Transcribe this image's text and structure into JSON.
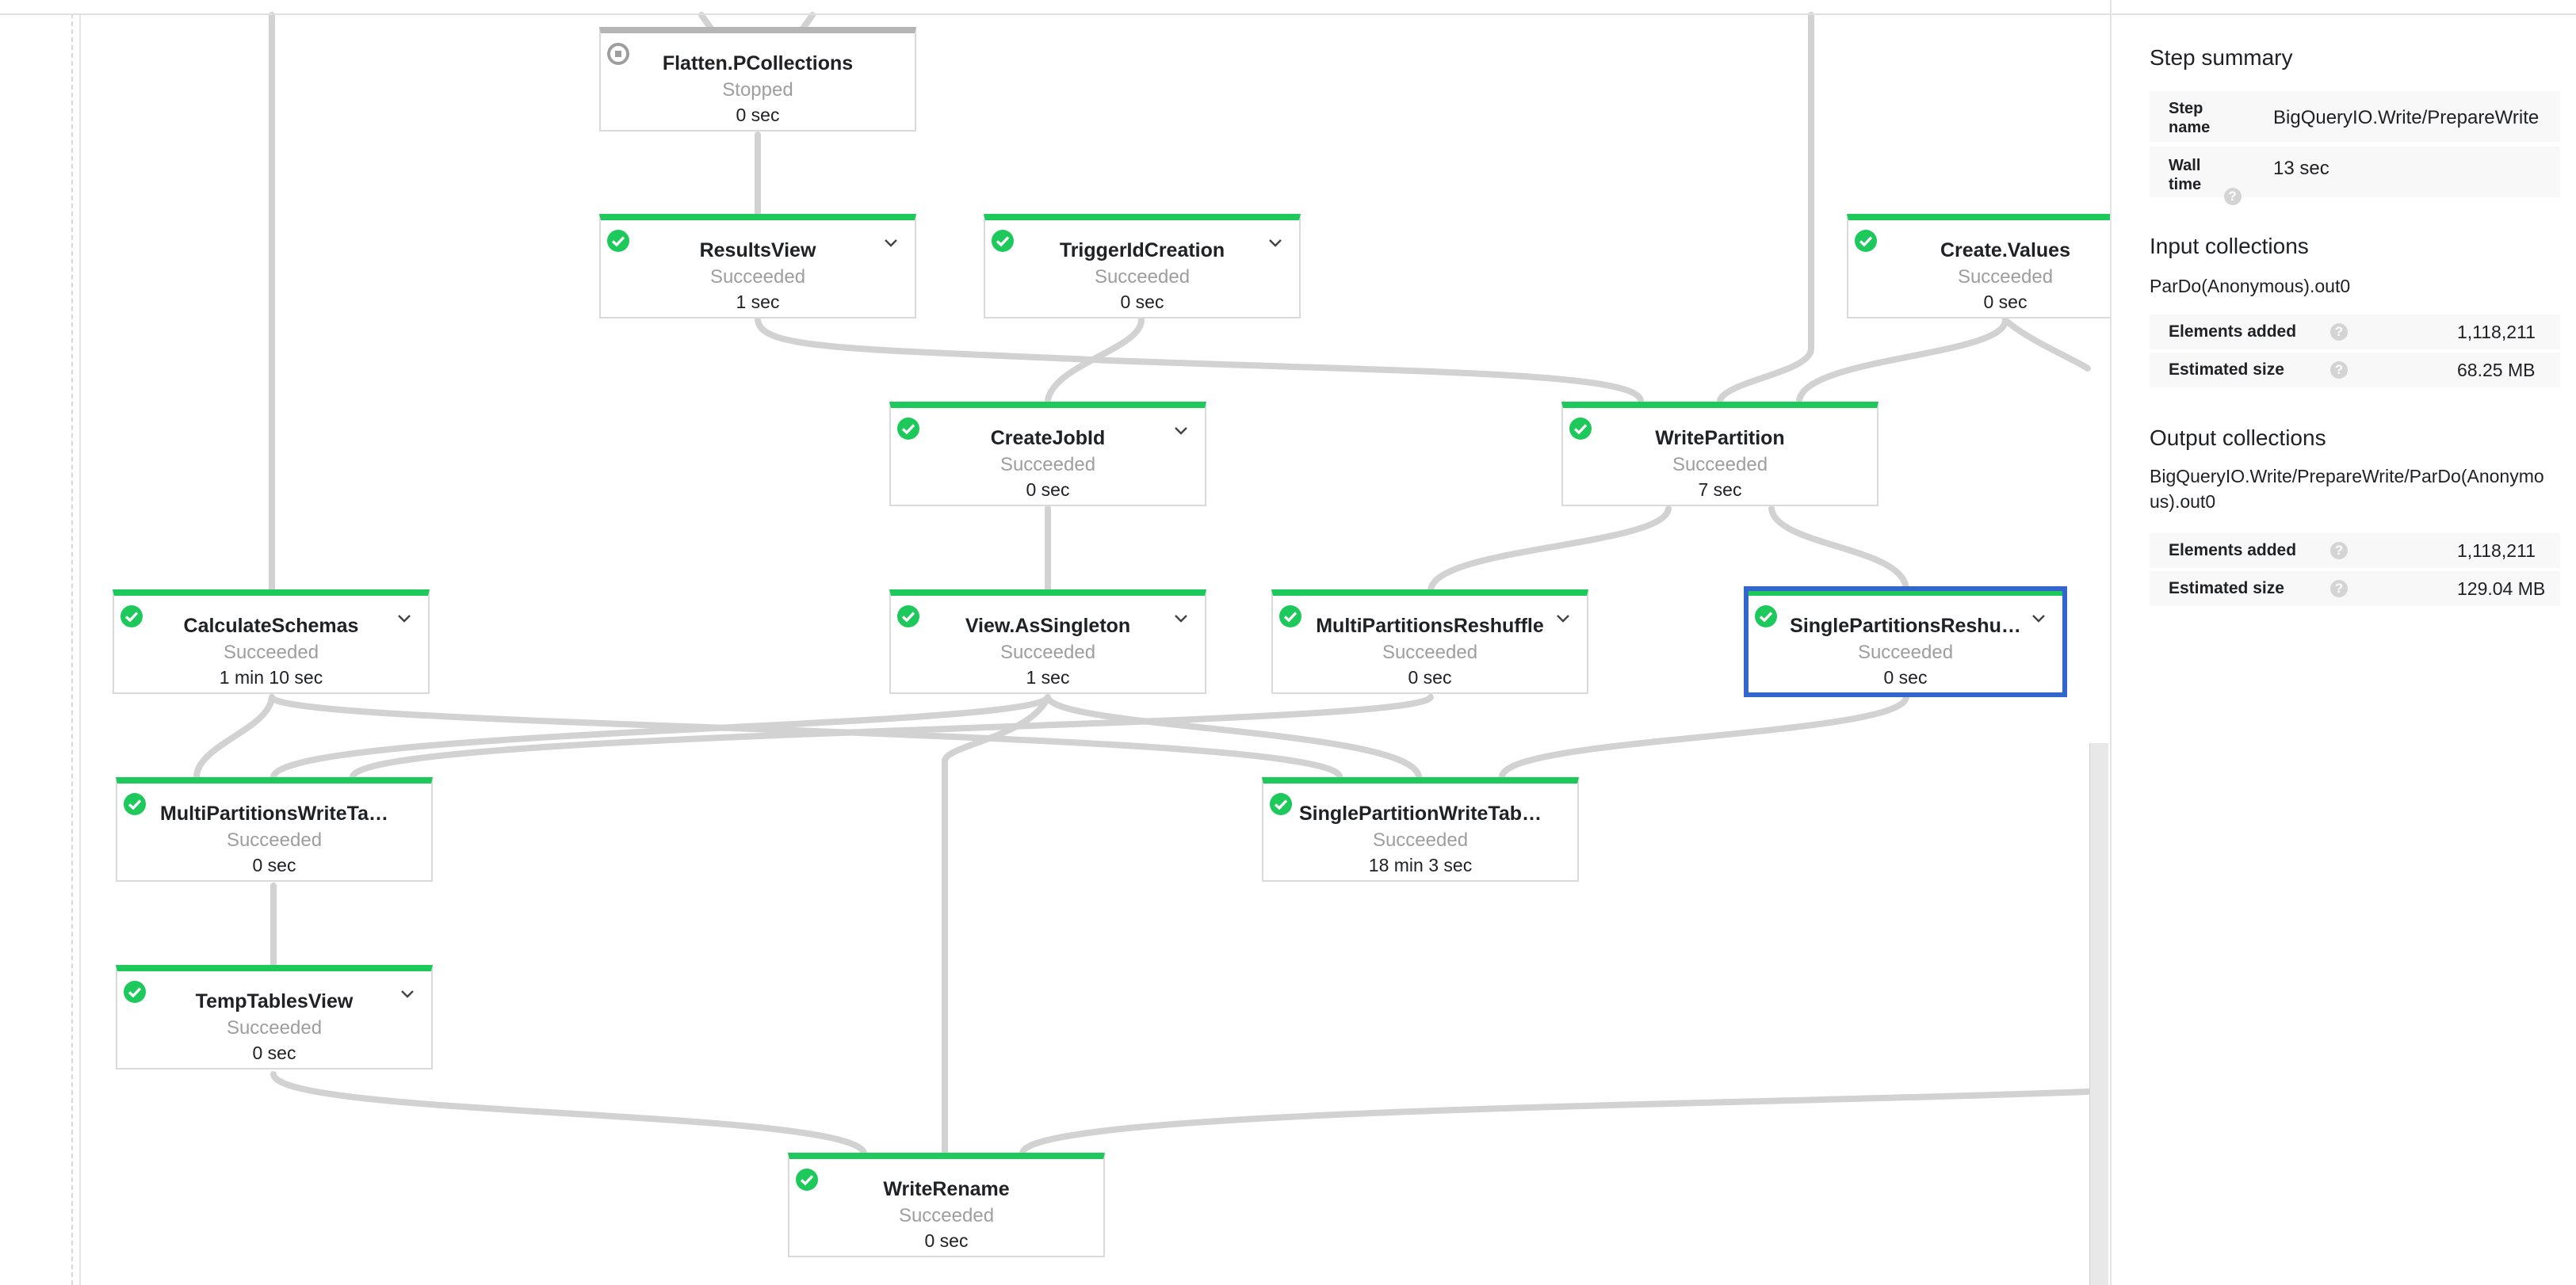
{
  "graph": {
    "nodes": [
      {
        "id": "flatten",
        "title": "Flatten.PCollections",
        "status": "Stopped",
        "time": "0 sec"
      },
      {
        "id": "resultsview",
        "title": "ResultsView",
        "status": "Succeeded",
        "time": "1 sec"
      },
      {
        "id": "triggerid",
        "title": "TriggerIdCreation",
        "status": "Succeeded",
        "time": "0 sec"
      },
      {
        "id": "createvalues",
        "title": "Create.Values",
        "status": "Succeeded",
        "time": "0 sec"
      },
      {
        "id": "createjobid",
        "title": "CreateJobId",
        "status": "Succeeded",
        "time": "0 sec"
      },
      {
        "id": "writepartition",
        "title": "WritePartition",
        "status": "Succeeded",
        "time": "7 sec"
      },
      {
        "id": "calcschemas",
        "title": "CalculateSchemas",
        "status": "Succeeded",
        "time": "1 min 10 sec"
      },
      {
        "id": "viewsingleton",
        "title": "View.AsSingleton",
        "status": "Succeeded",
        "time": "1 sec"
      },
      {
        "id": "multireshuffle",
        "title": "MultiPartitionsReshuffle",
        "status": "Succeeded",
        "time": "0 sec"
      },
      {
        "id": "singlereshuffle",
        "title": "SinglePartitionsReshu…",
        "status": "Succeeded",
        "time": "0 sec"
      },
      {
        "id": "multiwrite",
        "title": "MultiPartitionsWriteTa…",
        "status": "Succeeded",
        "time": "0 sec"
      },
      {
        "id": "singlewrite",
        "title": "SinglePartitionWriteTab…",
        "status": "Succeeded",
        "time": "18 min 3 sec"
      },
      {
        "id": "temptables",
        "title": "TempTablesView",
        "status": "Succeeded",
        "time": "0 sec"
      },
      {
        "id": "writerename",
        "title": "WriteRename",
        "status": "Succeeded",
        "time": "0 sec"
      }
    ]
  },
  "panel": {
    "step_summary": {
      "heading": "Step summary",
      "step_name_label": "Step name",
      "step_name_value": "BigQueryIO.Write/PrepareWrite",
      "wall_time_label": "Wall time",
      "wall_time_value": "13 sec"
    },
    "input": {
      "heading": "Input collections",
      "name": "ParDo(Anonymous).out0",
      "elements_label": "Elements added",
      "elements_value": "1,118,211",
      "size_label": "Estimated size",
      "size_value": "68.25 MB"
    },
    "output": {
      "heading": "Output collections",
      "name": "BigQueryIO.Write/PrepareWrite/ParDo(Anonymous).out0",
      "elements_label": "Elements added",
      "elements_value": "1,118,211",
      "size_label": "Estimated size",
      "size_value": "129.04 MB"
    },
    "help_glyph": "?"
  },
  "colors": {
    "success": "#1ec95c",
    "stopped": "#b5b5b5",
    "selected": "#3366cc",
    "edge": "#d2d2d2"
  }
}
